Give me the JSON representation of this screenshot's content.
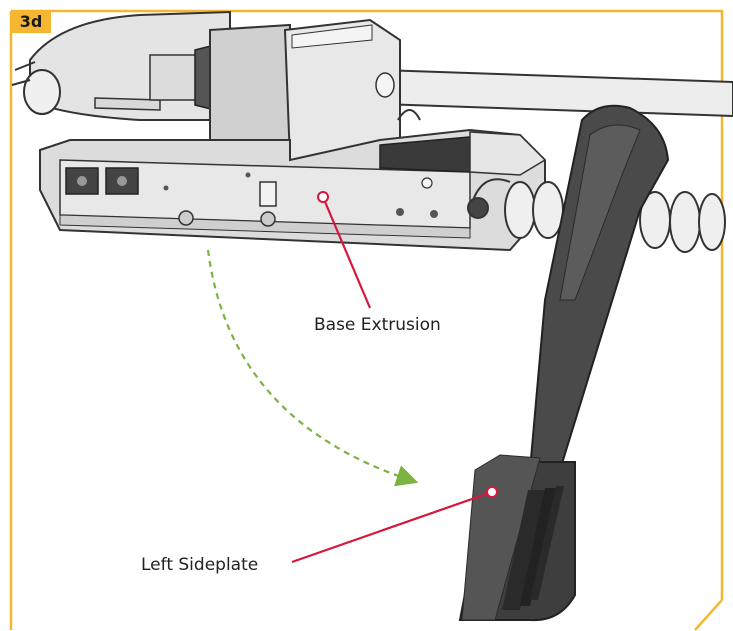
{
  "step": {
    "label": "3d"
  },
  "callouts": {
    "base_extrusion": "Base Extrusion",
    "left_sideplate": "Left Sideplate"
  },
  "colors": {
    "frame": "#f5b731",
    "callout": "#d6173c",
    "arrow": "#7cb342",
    "dark_part": "#3a3a3a",
    "light_part": "#e6e6e6"
  }
}
